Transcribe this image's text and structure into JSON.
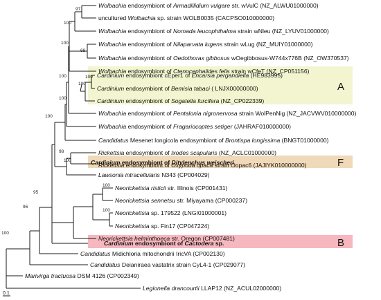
{
  "scale_bar_label": "0.1",
  "highlight_boxes": [
    {
      "id": "box-A",
      "letter": "A",
      "color": "#f2f5cf"
    },
    {
      "id": "box-F",
      "letter": "F",
      "color": "#f0d9b8"
    },
    {
      "id": "box-B",
      "letter": "B",
      "color": "#f6b7bf"
    }
  ],
  "bootstrap_values": [
    "97",
    "100",
    "68",
    "100",
    "100",
    "100",
    "100",
    "100",
    "100",
    "98",
    "100",
    "100",
    "100",
    "95",
    "96",
    "100"
  ],
  "taxa": [
    {
      "italic": "Wolbachia",
      "rest": " endosymbiont of ",
      "italic2": "Armadillidium vulgare",
      "rest2": " str. wVulC  (NZ_ALWU01000000)"
    },
    {
      "italic": "",
      "rest": "uncultured ",
      "italic2": "Wolbachia",
      "rest2": " sp. strain WOLB0035 (CACPSO010000000)"
    },
    {
      "italic": "Wolbachia",
      "rest": " endosymbiont of ",
      "italic2": "Nomada leucophthalma",
      "rest2": " strain wNleu (NZ_LYUV01000000)"
    },
    {
      "italic": "Wolbachia",
      "rest": " endosymbiont of ",
      "italic2": "Nilaparvata lugens",
      "rest2": " strain wLug (NZ_MUIY01000000)"
    },
    {
      "italic": "Wolbachia",
      "rest": " endosymbiont of ",
      "italic2": "Oedothorax gibbosus",
      "rest2": " wOegibbosus-W744x776B (NZ_OW370537)"
    },
    {
      "italic": "Wolbachia",
      "rest": " endosymbiont of ",
      "italic2": "Ctenocephalides felis",
      "rest2": " strain wCfeT  (NZ_CP051156)"
    },
    {
      "italic": "Cardinium",
      "rest": " endosymbiont cEper1 of ",
      "italic2": "Encarsia pergandiella",
      "rest2": " (HE983995)"
    },
    {
      "italic": "Cardinium",
      "rest": " endosymbiont of ",
      "italic2": "Bemisia tabaci",
      "rest2": " ( LNJX00000000)"
    },
    {
      "italic": "Cardinium",
      "rest": " endosymbiont of ",
      "italic2": "Sogatella furcifera",
      "rest2": " (NZ_CP022339)"
    },
    {
      "italic": "Wolbachia",
      "rest": " endosymbiont of ",
      "italic2": "Pentalonia nigronervosa",
      "rest2": " strain WolPenNig  (NZ_JACVWV010000000)"
    },
    {
      "italic": "Wolbachia",
      "rest": " endosymbiont of ",
      "italic2": "Fragariocoptes setiger",
      "rest2": " (JAHRAF010000000)"
    },
    {
      "italic": "Candidatus",
      "rest": " Mesenet longicola endosymbiont of ",
      "italic2": "Brontispa longissima",
      "rest2": " (BNGT01000000)"
    },
    {
      "italic": "Rickettsia",
      "rest": " endosymbiont of ",
      "italic2": "Ixodes scapularis",
      "rest2": " (NZ_ACLC01000000)"
    },
    {
      "italic": "Rickettsia",
      "rest": " endosymbiont of ",
      "italic2": "Oxypoda opaca",
      "rest2": " strain Oopac6 (JAJIYK010000000)"
    },
    {
      "italic": "",
      "bold_italic": "Cardinium",
      "bold": " endosymbiont of ",
      "bold_italic2": "Ditylenchus weischeri"
    },
    {
      "italic": "Lawsonia intracellularis",
      "rest": " N343 (CP004029)"
    },
    {
      "italic": "Neorickettsia risticii",
      "rest": " str. Illinois (CP001431)"
    },
    {
      "italic": "Neorickettsia sennetsu",
      "rest": " str. Miyayama (CP000237)"
    },
    {
      "italic": "Neorickettsia",
      "rest": " sp. 179522 (LNGI01000001)"
    },
    {
      "italic": "Neorickettsia",
      "rest": " sp. Fin17 (CP047224)"
    },
    {
      "italic": "Neorickettsia helminthoeca",
      "rest": " str. Oregon (CP007481)"
    },
    {
      "italic": "",
      "bold_italic": "Cardinium",
      "bold": " endosymbiont of ",
      "bold_italic2": "Cactodera",
      "bold2": " sp."
    },
    {
      "italic": "Candidatus",
      "rest": " Midichloria mitochondrii IricVA (CP002130)"
    },
    {
      "italic": "Candidatus",
      "rest": " Deianiraea vastatrix strain CyL4-1 (CP029077)"
    },
    {
      "italic": "Marivirga tractuosa",
      "rest": " DSM 4126 (CP002349)"
    },
    {
      "italic": "Legionella drancourtii",
      "rest": " LLAP12 (NZ_ACUL02000000)"
    }
  ]
}
